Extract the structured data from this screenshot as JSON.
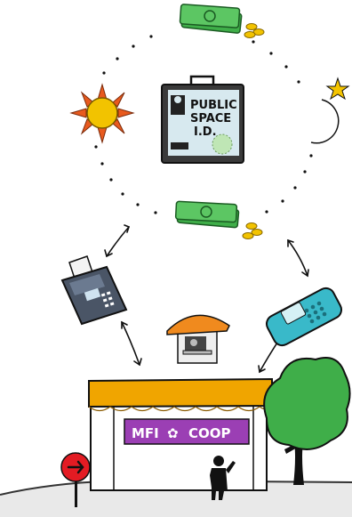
{
  "id_card": {
    "line1": "PUBLIC",
    "line2": "SPACE",
    "line3": "I.D."
  },
  "storefront": {
    "sign_left": "MFI",
    "sign_symbol": "✿",
    "sign_right": "COOP"
  },
  "colors": {
    "money": "#3fae49",
    "sun": "#f2c300",
    "sun_rays": "#e85a1e",
    "moon": "#2d43b5",
    "star": "#f4c400",
    "awning": "#f0a500",
    "sign": "#9b3fb4",
    "kiosk_roof": "#f08a1e",
    "phone": "#39b9c9",
    "tree": "#3fae49",
    "stop_sign": "#e31b23"
  },
  "icons": [
    "money-icon",
    "coins-icon",
    "sun-icon",
    "moon-icon",
    "star-icon",
    "id-card-icon",
    "fax-machine-icon",
    "mobile-phone-icon",
    "kiosk-icon",
    "storefront",
    "tree-icon",
    "person-icon",
    "arrow-sign-icon"
  ]
}
